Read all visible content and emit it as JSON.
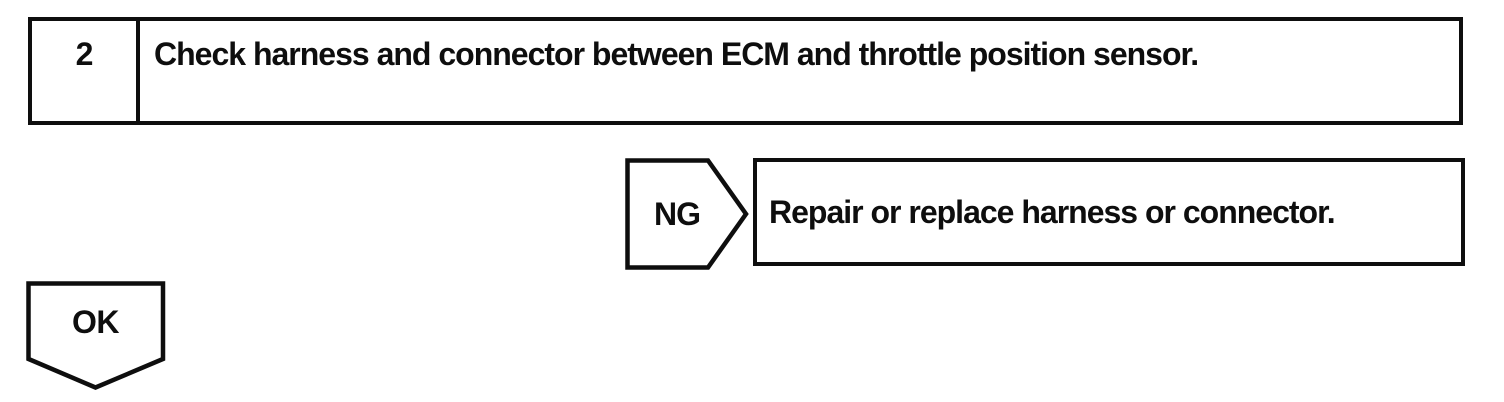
{
  "flowchart": {
    "step": {
      "number": "2",
      "instruction": "Check harness and connector between ECM and throttle position sensor."
    },
    "ng_branch": {
      "connector_label": "NG",
      "action": "Repair or replace harness or connector."
    },
    "ok_branch": {
      "connector_label": "OK"
    },
    "colors": {
      "line": "#0e0e0e",
      "background": "#ffffff"
    }
  }
}
